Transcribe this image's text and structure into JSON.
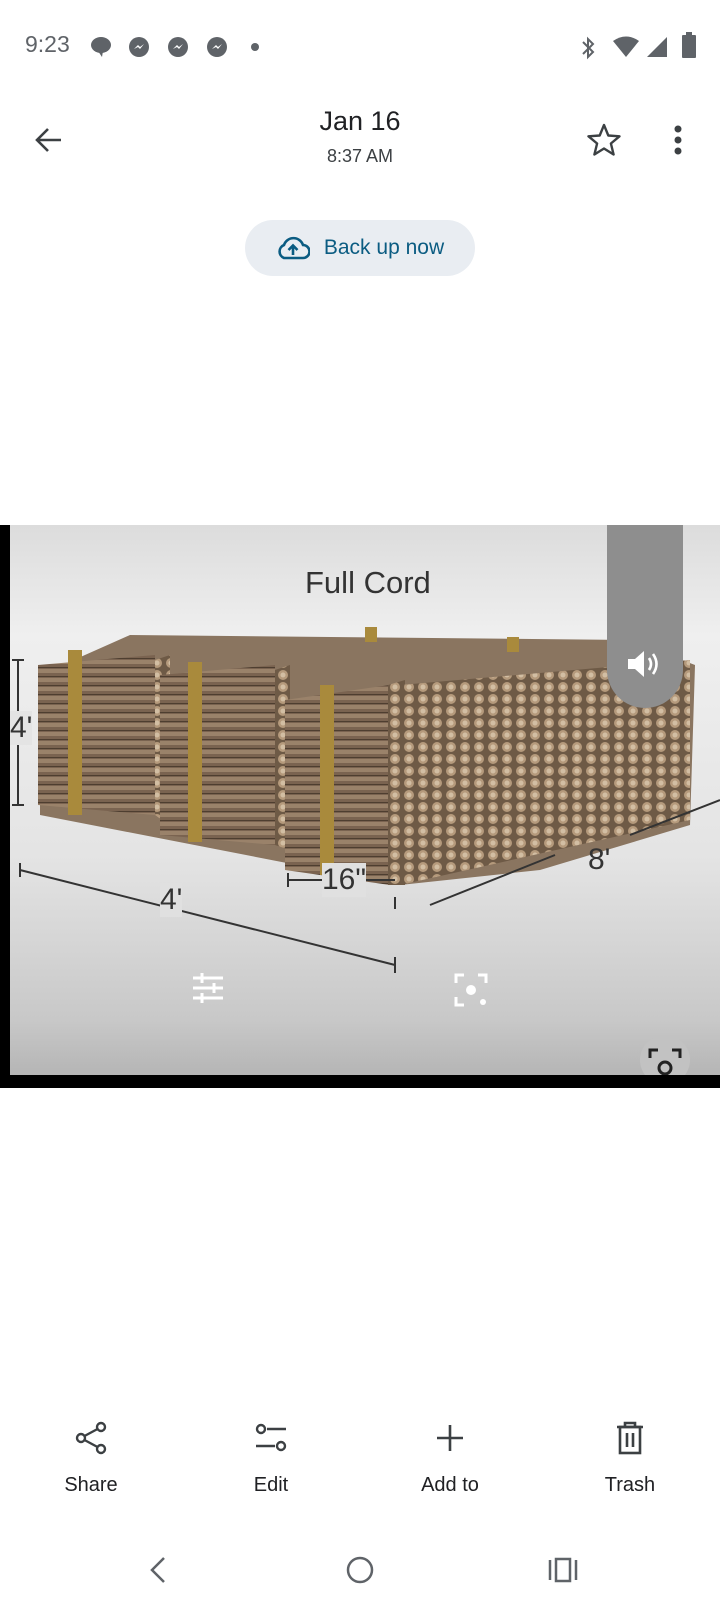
{
  "status_bar": {
    "time": "9:23",
    "icons": [
      "chat-bubble-icon",
      "messenger-icon",
      "messenger-icon",
      "messenger-icon",
      "dot-icon",
      "bluetooth-icon",
      "wifi-icon",
      "signal-icon",
      "battery-icon"
    ]
  },
  "header": {
    "title": "Jan 16",
    "subtitle": "8:37 AM"
  },
  "backup": {
    "label": "Back up now",
    "color": "#0b5c82"
  },
  "photo": {
    "title": "Full Cord",
    "height_label": "4'",
    "depth_label": "4'",
    "width_label": "16\"",
    "length_label": "8'"
  },
  "bottom_bar": {
    "items": [
      {
        "label": "Share",
        "icon": "share-icon"
      },
      {
        "label": "Edit",
        "icon": "edit-icon"
      },
      {
        "label": "Add to",
        "icon": "plus-icon"
      },
      {
        "label": "Trash",
        "icon": "trash-icon"
      }
    ]
  }
}
